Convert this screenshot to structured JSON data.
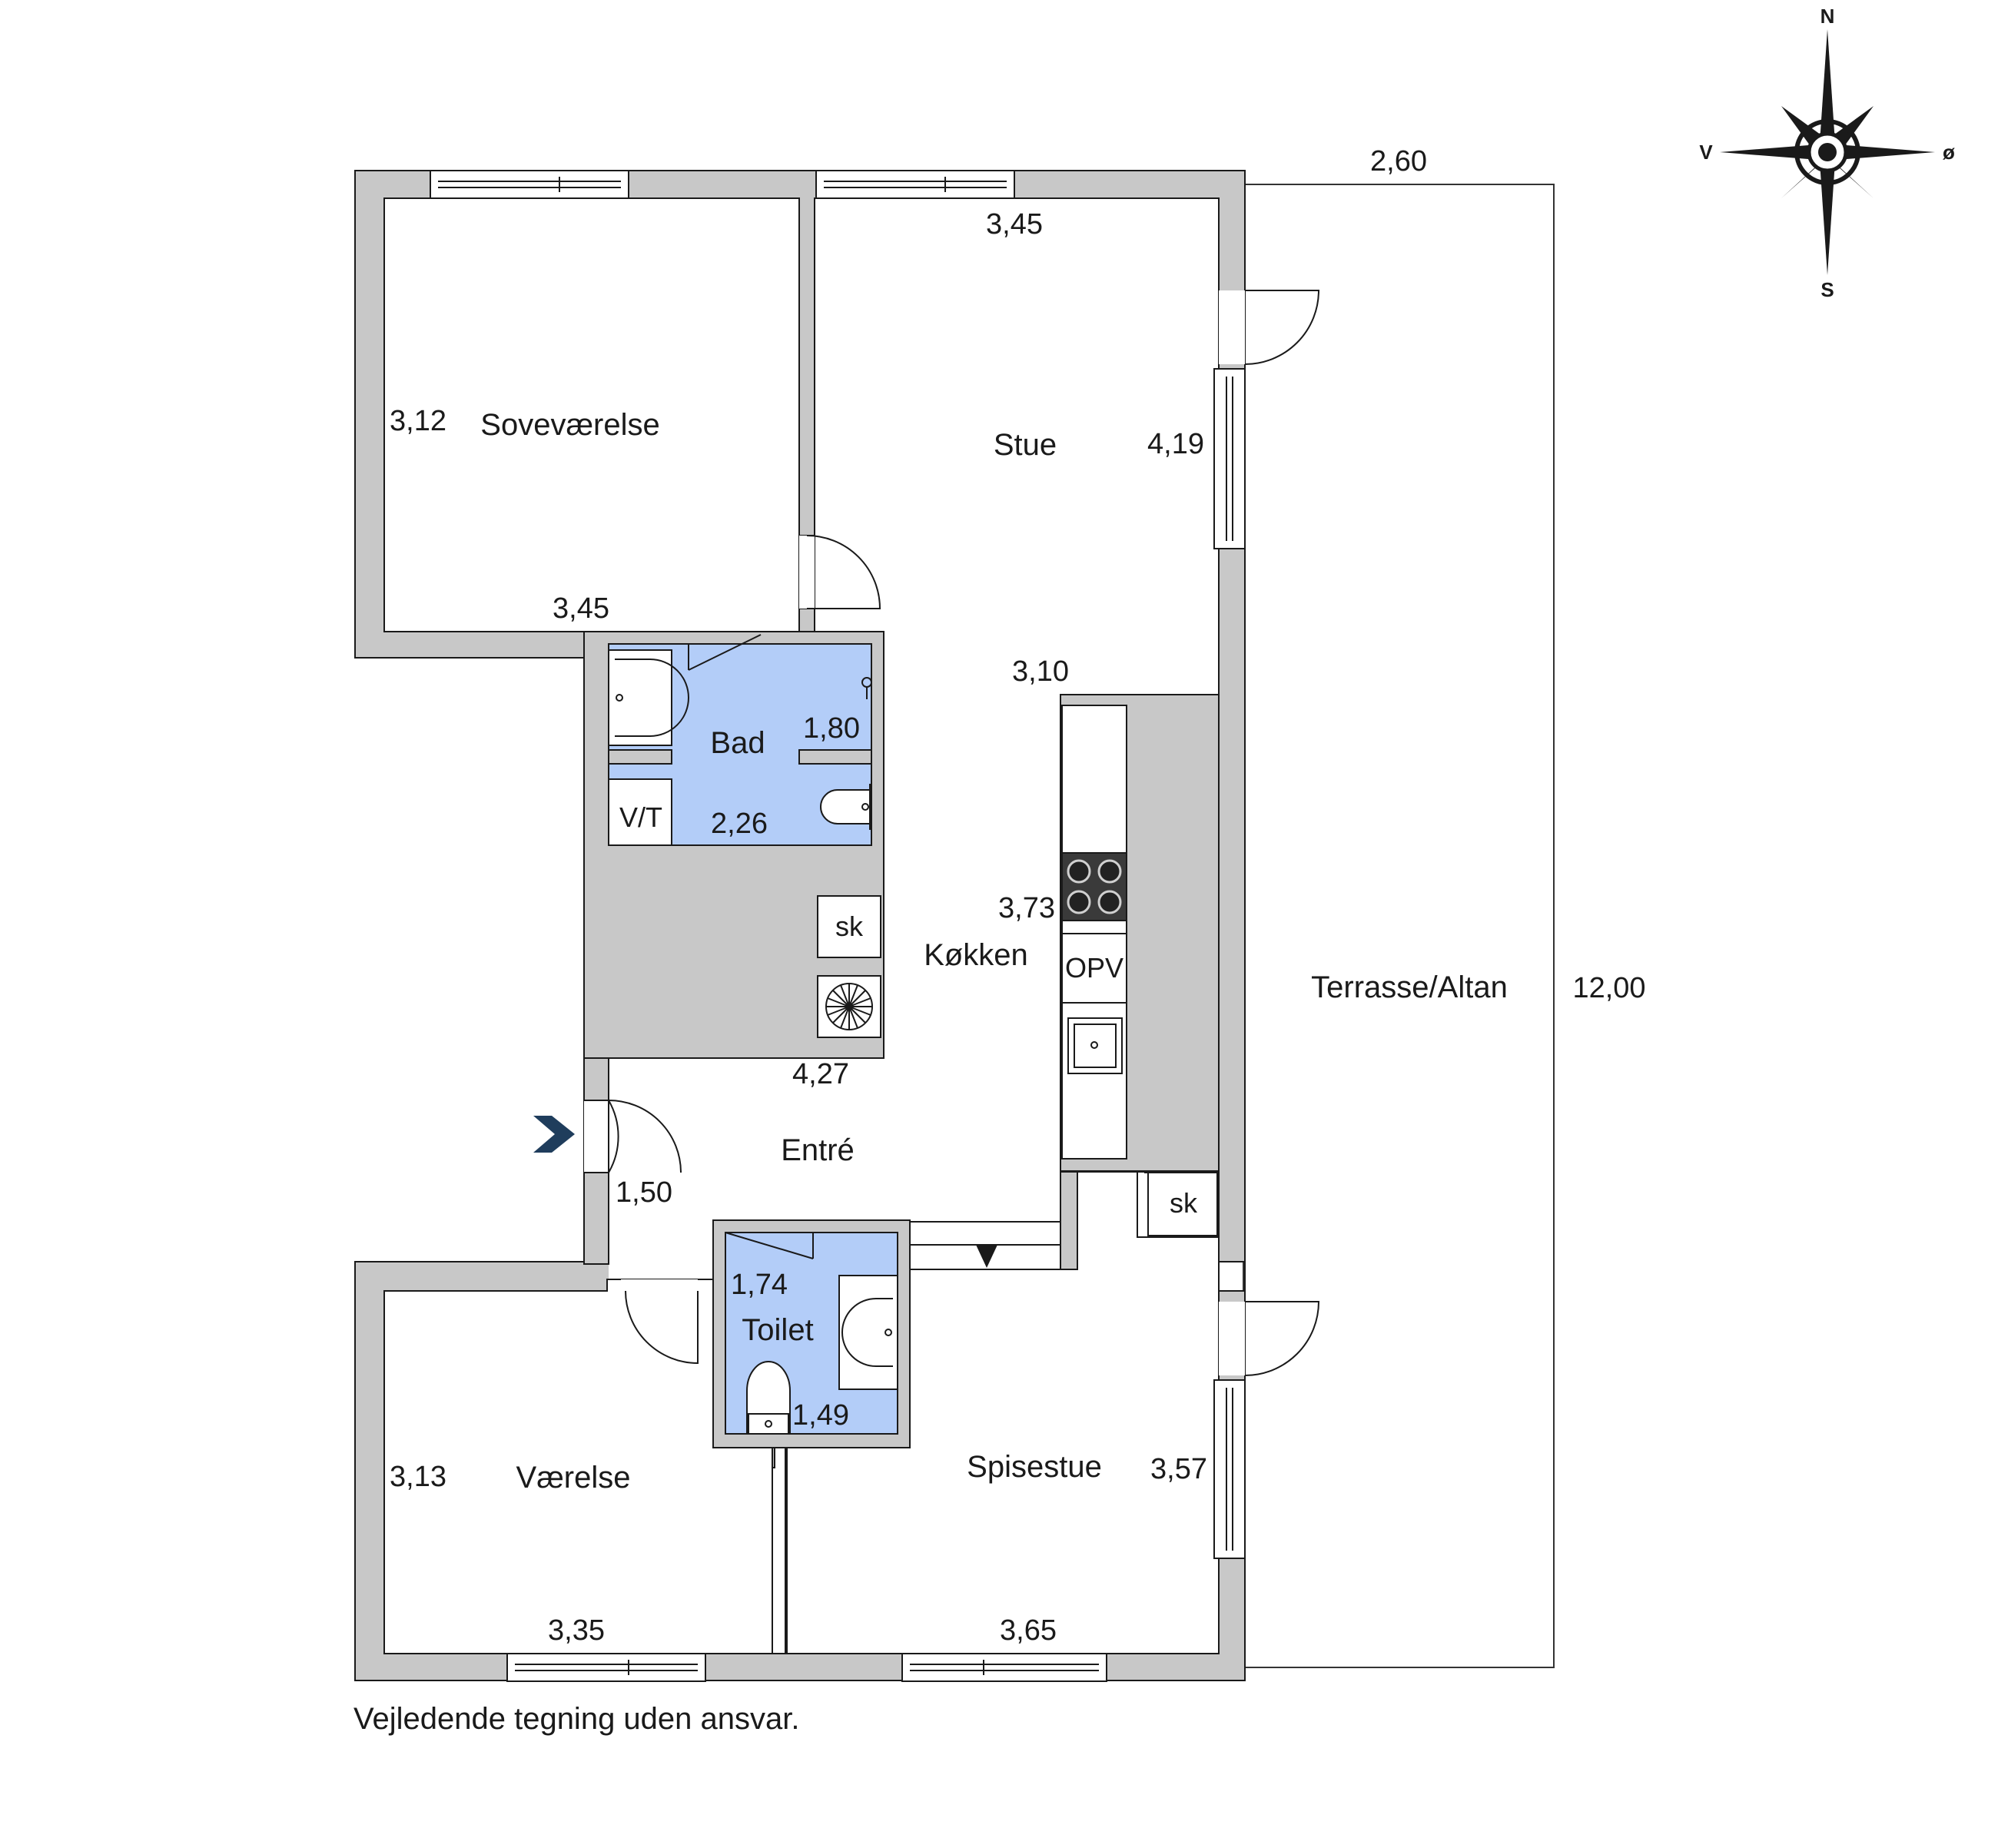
{
  "rooms": {
    "sovevaerelse": "Soveværelse",
    "stue": "Stue",
    "bad": "Bad",
    "vt": "V/T",
    "koekken": "Køkken",
    "opv": "OPV",
    "sk1": "sk",
    "sk2": "sk",
    "entre": "Entré",
    "toilet": "Toilet",
    "vaerelse": "Værelse",
    "spisestue": "Spisestue",
    "terrasse": "Terrasse/Altan"
  },
  "dimensions": {
    "terrasse_width": "2,60",
    "terrasse_length": "12,00",
    "stue_top": "3,45",
    "stue_right": "4,19",
    "stue_bottom": "3,10",
    "sove_left": "3,12",
    "sove_bottom": "3,45",
    "bad_right": "1,80",
    "bad_bottom": "2,26",
    "koekken_right": "3,73",
    "koekken_bottom": "4,27",
    "entre": "1,50",
    "toilet_top": "1,74",
    "toilet_bottom": "1,49",
    "vaerelse_left": "3,13",
    "vaerelse_bottom": "3,35",
    "spise_right": "3,57",
    "spise_bottom": "3,65"
  },
  "compass": {
    "n": "N",
    "s": "S",
    "v": "V",
    "o": "ø"
  },
  "footnote": "Vejledende tegning uden ansvar.",
  "colors": {
    "wall": "#c8c8c8",
    "wet_room": "#b3cdf8",
    "entrance_arrow": "#1f3d5c",
    "line": "#1a1a1a"
  }
}
